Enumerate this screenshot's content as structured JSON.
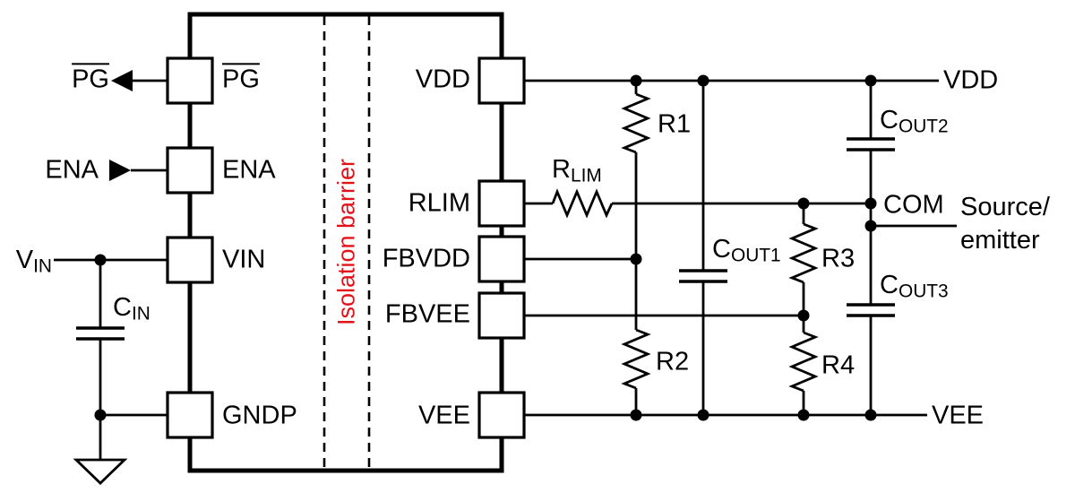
{
  "colors": {
    "wire": "#000000",
    "background": "#ffffff",
    "isolation_text": "#e0131a"
  },
  "ic": {
    "isolation_label": "Isolation barrier",
    "left_pins": [
      {
        "label": "PG",
        "overline": true
      },
      {
        "label": "ENA"
      },
      {
        "label": "VIN"
      },
      {
        "label": "GNDP"
      }
    ],
    "right_pins": [
      {
        "label": "VDD"
      },
      {
        "label": "RLIM"
      },
      {
        "label": "FBVDD"
      },
      {
        "label": "FBVEE"
      },
      {
        "label": "VEE"
      }
    ]
  },
  "signals": {
    "pg": "PG",
    "ena": "ENA",
    "vin": {
      "base": "V",
      "sub": "IN"
    },
    "vdd_out": "VDD",
    "com": "COM",
    "vee_out": "VEE",
    "source_emitter": [
      "Source/",
      "emitter"
    ]
  },
  "components": {
    "cin": {
      "base": "C",
      "sub": "IN"
    },
    "rlim": {
      "base": "R",
      "sub": "LIM"
    },
    "r1": "R1",
    "r2": "R2",
    "r3": "R3",
    "r4": "R4",
    "cout1": {
      "base": "C",
      "sub": "OUT1"
    },
    "cout2": {
      "base": "C",
      "sub": "OUT2"
    },
    "cout3": {
      "base": "C",
      "sub": "OUT3"
    }
  }
}
